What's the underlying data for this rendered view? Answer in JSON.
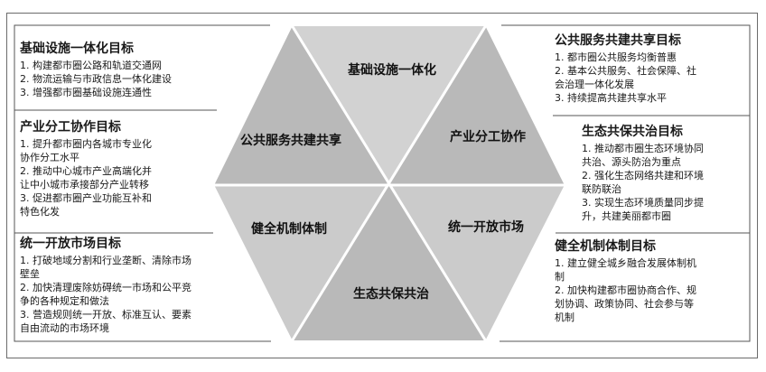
{
  "hexagon": {
    "segments": [
      {
        "label": "基础设施一体化",
        "fill": "#d2d2d2"
      },
      {
        "label": "产业分工协作",
        "fill": "#b9b9b9"
      },
      {
        "label": "统一开放市场",
        "fill": "#cbcbcb"
      },
      {
        "label": "生态共保共治",
        "fill": "#b9b9b9"
      },
      {
        "label": "健全机制体制",
        "fill": "#cbcbcb"
      },
      {
        "label": "公共服务共建共享",
        "fill": "#b9b9b9"
      }
    ],
    "divider_color": "#ffffff"
  },
  "left_boxes": [
    {
      "title": "基础设施一体化目标",
      "items": [
        "1. 构建都市圈公路和轨道交通网",
        "2. 物流运输与市政信息一体化建设",
        "3. 增强都市圈基础设施连通性"
      ]
    },
    {
      "title": "产业分工协作目标",
      "items": [
        "1. 提升都市圈内各城市专业化",
        "协作分工水平",
        "2. 推动中心城市产业高端化并",
        "让中小城市承接部分产业转移",
        "3. 促进都市圈产业功能互补和",
        "特色化发"
      ]
    },
    {
      "title": "统一开放市场目标",
      "items": [
        "1. 打破地域分割和行业垄断、清除市场",
        "壁垒",
        "2. 加快清理废除妨碍统一市场和公平竞",
        "争的各种规定和做法",
        "3. 营造规则统一开放、标准互认、要素",
        "自由流动的市场环境"
      ]
    }
  ],
  "right_boxes": [
    {
      "title": "公共服务共建共享目标",
      "items": [
        "1. 都市圈公共服务均衡普惠",
        "2. 基本公共服务、社会保障、社",
        "会治理一体化发展",
        "3. 持续提高共建共享水平"
      ]
    },
    {
      "title": "生态共保共治目标",
      "items": [
        "1. 推动都市圈生态环境协同",
        "共治、源头防治为重点",
        "2. 强化生态网络共建和环境",
        "联防联治",
        "3. 实现生态环境质量同步提",
        "升，共建美丽都市圈"
      ]
    },
    {
      "title": "健全机制体制目标",
      "items": [
        "1. 建立健全城乡融合发展体制机",
        "制",
        "2. 加快构建都市圈协商合作、规",
        "划协调、政策协同、社会参与等",
        "机制"
      ]
    }
  ],
  "colors": {
    "frame": "#6b6b6b",
    "box_border": "#555555",
    "text": "#1a1a1a"
  }
}
